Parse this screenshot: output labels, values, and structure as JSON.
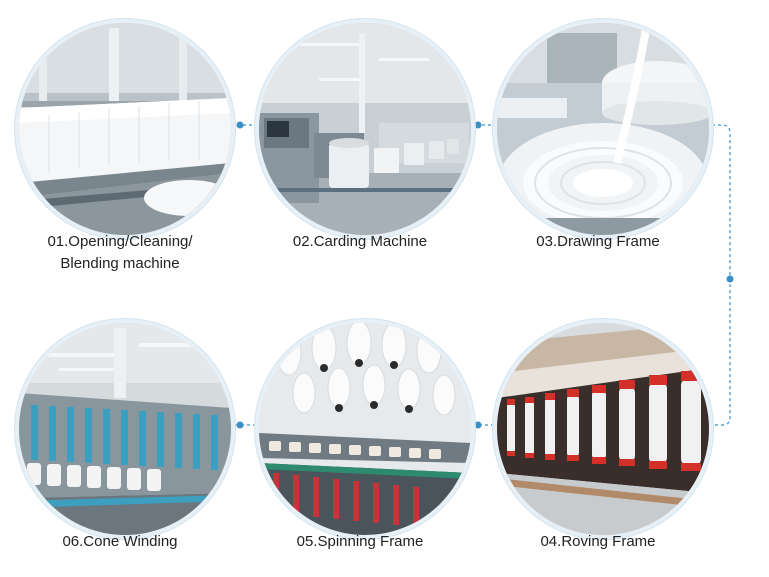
{
  "steps": [
    {
      "label": "01.Opening/Cleaning/\nBlending machine",
      "photo": "cotton-bales-photo"
    },
    {
      "label": "02.Carding Machine",
      "photo": "carding-machine-photo"
    },
    {
      "label": "03.Drawing Frame",
      "photo": "drawing-frame-photo"
    },
    {
      "label": "04.Roving Frame",
      "photo": "roving-frame-photo"
    },
    {
      "label": "05.Spinning Frame",
      "photo": "spinning-frame-photo"
    },
    {
      "label": "06.Cone Winding",
      "photo": "cone-winding-photo"
    }
  ],
  "colors": {
    "connector": "#3a8fc4",
    "ring": "#e6f0f6"
  }
}
